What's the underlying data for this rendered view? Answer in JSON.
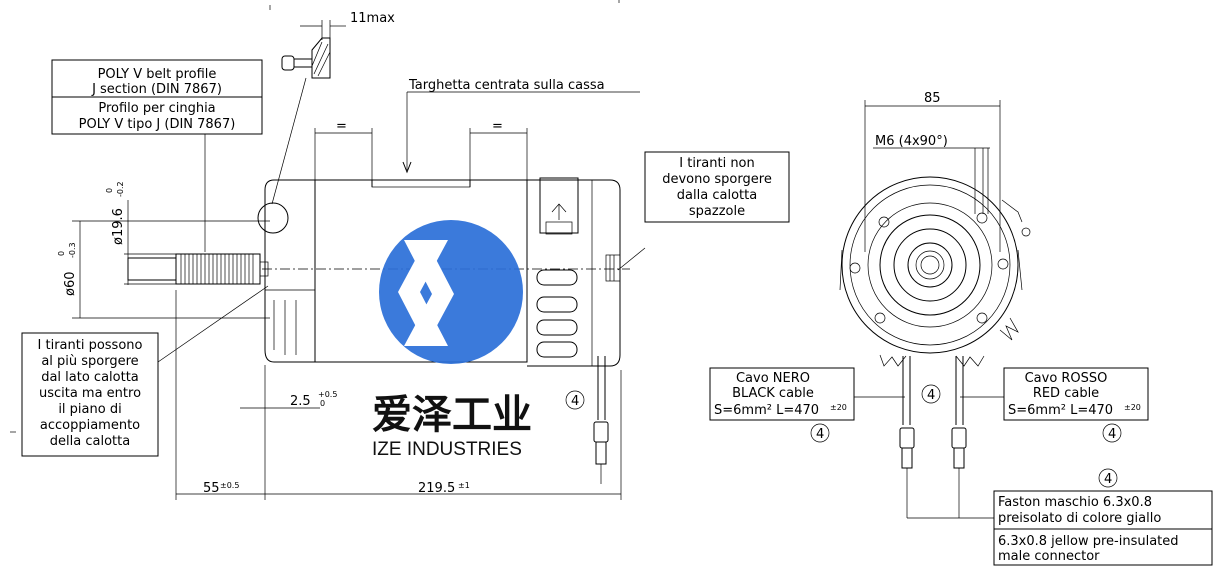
{
  "colors": {
    "line": "#000000",
    "logo": "#2a6fd8",
    "background": "#ffffff"
  },
  "dimensions": {
    "max_11": "11max",
    "belt_dia": "ø19.6",
    "belt_dia_tol_upper": "0",
    "belt_dia_tol_lower": "-0.2",
    "flange_dia": "ø60",
    "flange_dia_tol_upper": "0",
    "flange_dia_tol_lower": "-0.3",
    "offset": "2.5",
    "offset_tol_upper": "+0.5",
    "offset_tol_lower": "0",
    "shaft_len": "55",
    "shaft_len_tol": "±0.5",
    "body_len": "219.5",
    "body_len_tol": "±1",
    "width_85": "85",
    "m6": "M6 (4x90°)",
    "equal_a": "=",
    "equal_b": "="
  },
  "labels": {
    "nameplate": "Targhetta centrata sulla cassa",
    "poly_v": [
      "POLY V belt profile",
      "J section (DIN 7867)"
    ],
    "profilo": [
      "Profilo per cinghia",
      "POLY V tipo J (DIN 7867)"
    ],
    "tiranti_no": [
      "I tiranti non",
      "devono sporgere",
      "dalla calotta",
      "spazzole"
    ],
    "tiranti_si": [
      "I tiranti possono",
      "al più sporgere",
      "dal lato calotta",
      "uscita ma entro",
      "il piano di",
      "accoppiamento",
      "della calotta"
    ],
    "black_cable": [
      "Cavo NERO",
      "BLACK cable",
      "S=6mm² L=470"
    ],
    "red_cable": [
      "Cavo ROSSO",
      "RED cable",
      "S=6mm² L=470"
    ],
    "cable_tol": "±20",
    "faston_it": [
      "Faston maschio 6.3x0.8",
      "preisolato di colore giallo"
    ],
    "faston_en": [
      "6.3x0.8 jellow pre-insulated",
      "male connector"
    ],
    "ref_4": "4"
  },
  "watermark": {
    "cn": "爱泽工业",
    "en": "IZE INDUSTRIES"
  }
}
